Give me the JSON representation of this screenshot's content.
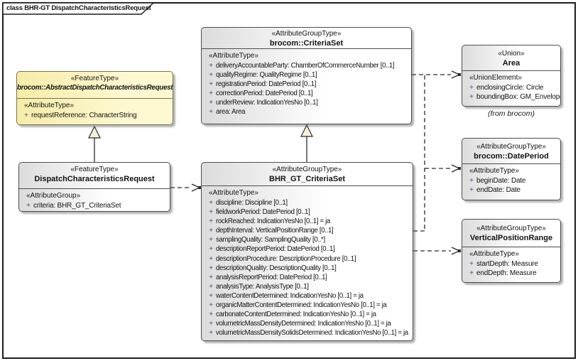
{
  "frame": {
    "title": "class BHR-GT DispatchCharacteristicsRequest"
  },
  "colors": {
    "box-fill-left": "#dcdcdc",
    "box-fill-right": "#ffffff",
    "box-border": "#4d4d4d",
    "yellow-fill-left": "#f6eca8",
    "yellow-fill-right": "#fdf8d0",
    "yellow-border": "#75754c",
    "triangle-fill": "#f8f2dd",
    "line": "#2b2b2b",
    "vis-marker": "#44517e",
    "text": "#141414"
  },
  "classes": {
    "abstract_request": {
      "stereotype": "«FeatureType»",
      "name": "brocom::AbstractDispatchCharacteristicsRequest",
      "section_label": "«AttributeType»",
      "attributes": [
        {
          "vis": "+",
          "text": "requestReference: CharacterString"
        }
      ]
    },
    "dispatch_request": {
      "stereotype": "«FeatureType»",
      "name": "DispatchCharacteristicsRequest",
      "section_label": "«AttributeGroup»",
      "attributes": [
        {
          "vis": "+",
          "text": "criteria: BHR_GT_CriteriaSet"
        }
      ]
    },
    "criteria_set": {
      "stereotype": "«AttributeGroupType»",
      "name": "brocom::CriteriaSet",
      "section_label": "«AttributeType»",
      "attributes": [
        {
          "vis": "+",
          "text": "deliveryAccountableParty: ChamberOfCommerceNumber [0..1]"
        },
        {
          "vis": "+",
          "text": "qualityRegime: QualityRegime [0..1]"
        },
        {
          "vis": "+",
          "text": "registrationPeriod: DatePeriod [0..1]"
        },
        {
          "vis": "+",
          "text": "correctionPeriod: DatePeriod [0..1]"
        },
        {
          "vis": "+",
          "text": "underReview: IndicationYesNo [0..1]"
        },
        {
          "vis": "+",
          "text": "area: Area"
        }
      ]
    },
    "bhr_gt_criteria_set": {
      "stereotype": "«AttributeGroupType»",
      "name": "BHR_GT_CriteriaSet",
      "section_label": "«AttributeType»",
      "attributes": [
        {
          "vis": "+",
          "text": "discipline: Discipline [0..1]"
        },
        {
          "vis": "+",
          "text": "fieldworkPeriod: DatePeriod [0..1]"
        },
        {
          "vis": "+",
          "text": "rockReached: IndicationYesNo [0..1] = ja"
        },
        {
          "vis": "+",
          "text": "depthInterval: VerticalPositionRange [0..1]"
        },
        {
          "vis": "+",
          "text": "samplingQuality: SamplingQuality [0..*]"
        },
        {
          "vis": "+",
          "text": "descriptionReportPeriod: DatePeriod [0..1]"
        },
        {
          "vis": "+",
          "text": "descriptionProcedure: DescriptionProcedure [0..1]"
        },
        {
          "vis": "+",
          "text": "descriptionQuality: DescriptionQuality [0..1]"
        },
        {
          "vis": "+",
          "text": "analysisReportPeriod: DatePeriod [0..1]"
        },
        {
          "vis": "+",
          "text": "analysisType: AnalysisType [0..1]"
        },
        {
          "vis": "+",
          "text": "waterContentDetermined: IndicationYesNo [0..1] = ja"
        },
        {
          "vis": "+",
          "text": "organicMatterContentDetermined: IndicationYesNo [0..1] = ja"
        },
        {
          "vis": "+",
          "text": "carbonateContentDetermined: IndicationYesNo [0..1] = ja"
        },
        {
          "vis": "+",
          "text": "volumetricMassDensityDetermined: IndicationYesNo [0..1] = ja"
        },
        {
          "vis": "+",
          "text": "volumetricMassDensitySolidsDetermined: IndicationYesNo [0..1] = ja"
        }
      ]
    },
    "area": {
      "stereotype": "«Union»",
      "name": "Area",
      "section_label": "«UnionElement»",
      "attributes": [
        {
          "vis": "+",
          "text": "enclosingCircle: Circle"
        },
        {
          "vis": "+",
          "text": "boundingBox: GM_Envelope"
        }
      ],
      "origin_note": "(from brocom)"
    },
    "date_period": {
      "stereotype": "«AttributeGroupType»",
      "name": "brocom::DatePeriod",
      "section_label": "«AttributeType»",
      "attributes": [
        {
          "vis": "+",
          "text": "beginDate: Date"
        },
        {
          "vis": "+",
          "text": "endDate: Date"
        }
      ]
    },
    "vertical_position_range": {
      "stereotype": "«AttributeGroupType»",
      "name": "VerticalPositionRange",
      "section_label": "«AttributeType»",
      "attributes": [
        {
          "vis": "+",
          "text": "startDepth: Measure"
        },
        {
          "vis": "+",
          "text": "endDepth: Measure"
        }
      ]
    }
  }
}
